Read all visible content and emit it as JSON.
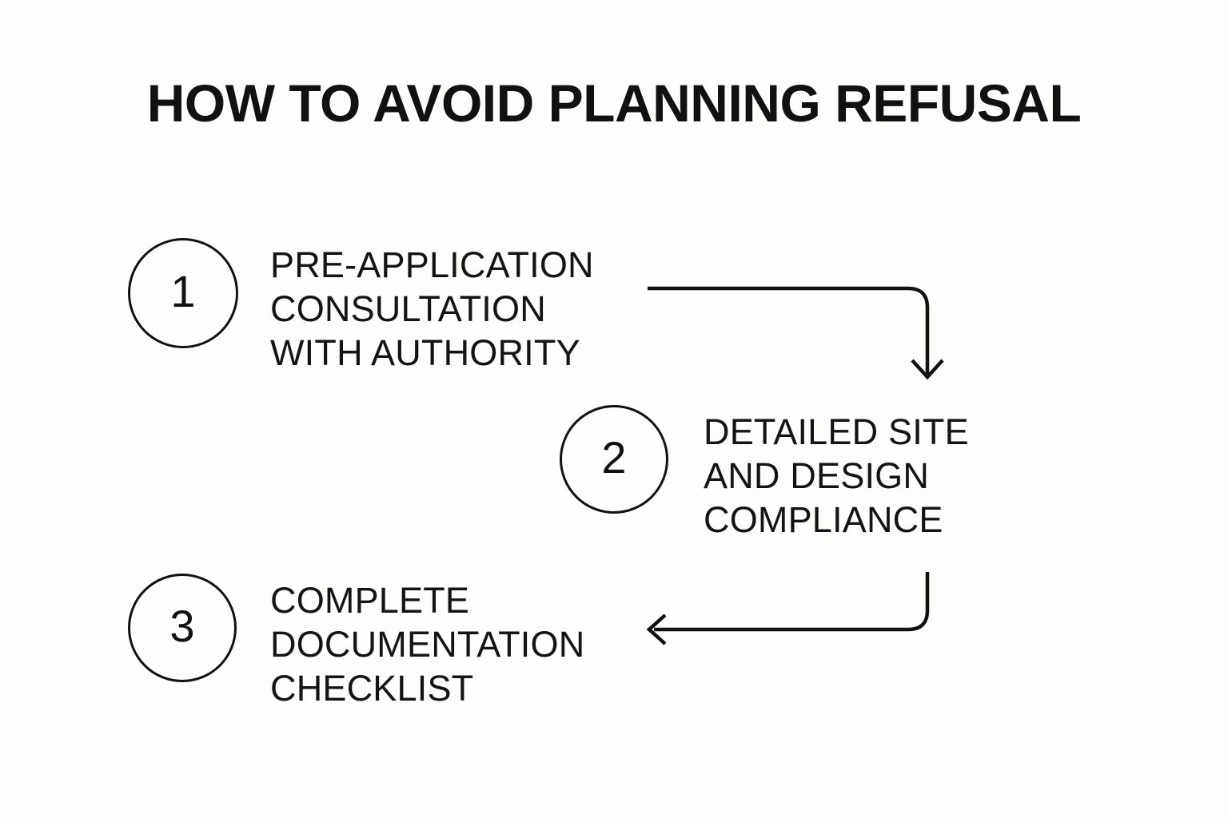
{
  "page": {
    "title": "HOW TO AVOID PLANNING REFUSAL",
    "background_color": "#fdfdfb",
    "ink_color": "#111111"
  },
  "steps": [
    {
      "number": "1",
      "lines": [
        "PRE-APPLICATION",
        "CONSULTATION",
        "WITH AUTHORITY"
      ]
    },
    {
      "number": "2",
      "lines": [
        "DETAILED SITE",
        "AND DESIGN",
        "COMPLIANCE"
      ]
    },
    {
      "number": "3",
      "lines": [
        "COMPLETE",
        "DOCUMENTATION",
        "CHECKLIST"
      ]
    }
  ],
  "connectors": [
    {
      "name": "step-1-to-step-2",
      "direction": "right-then-down",
      "arrowhead": "down"
    },
    {
      "name": "step-2-to-step-3",
      "direction": "down-then-left",
      "arrowhead": "left"
    }
  ]
}
